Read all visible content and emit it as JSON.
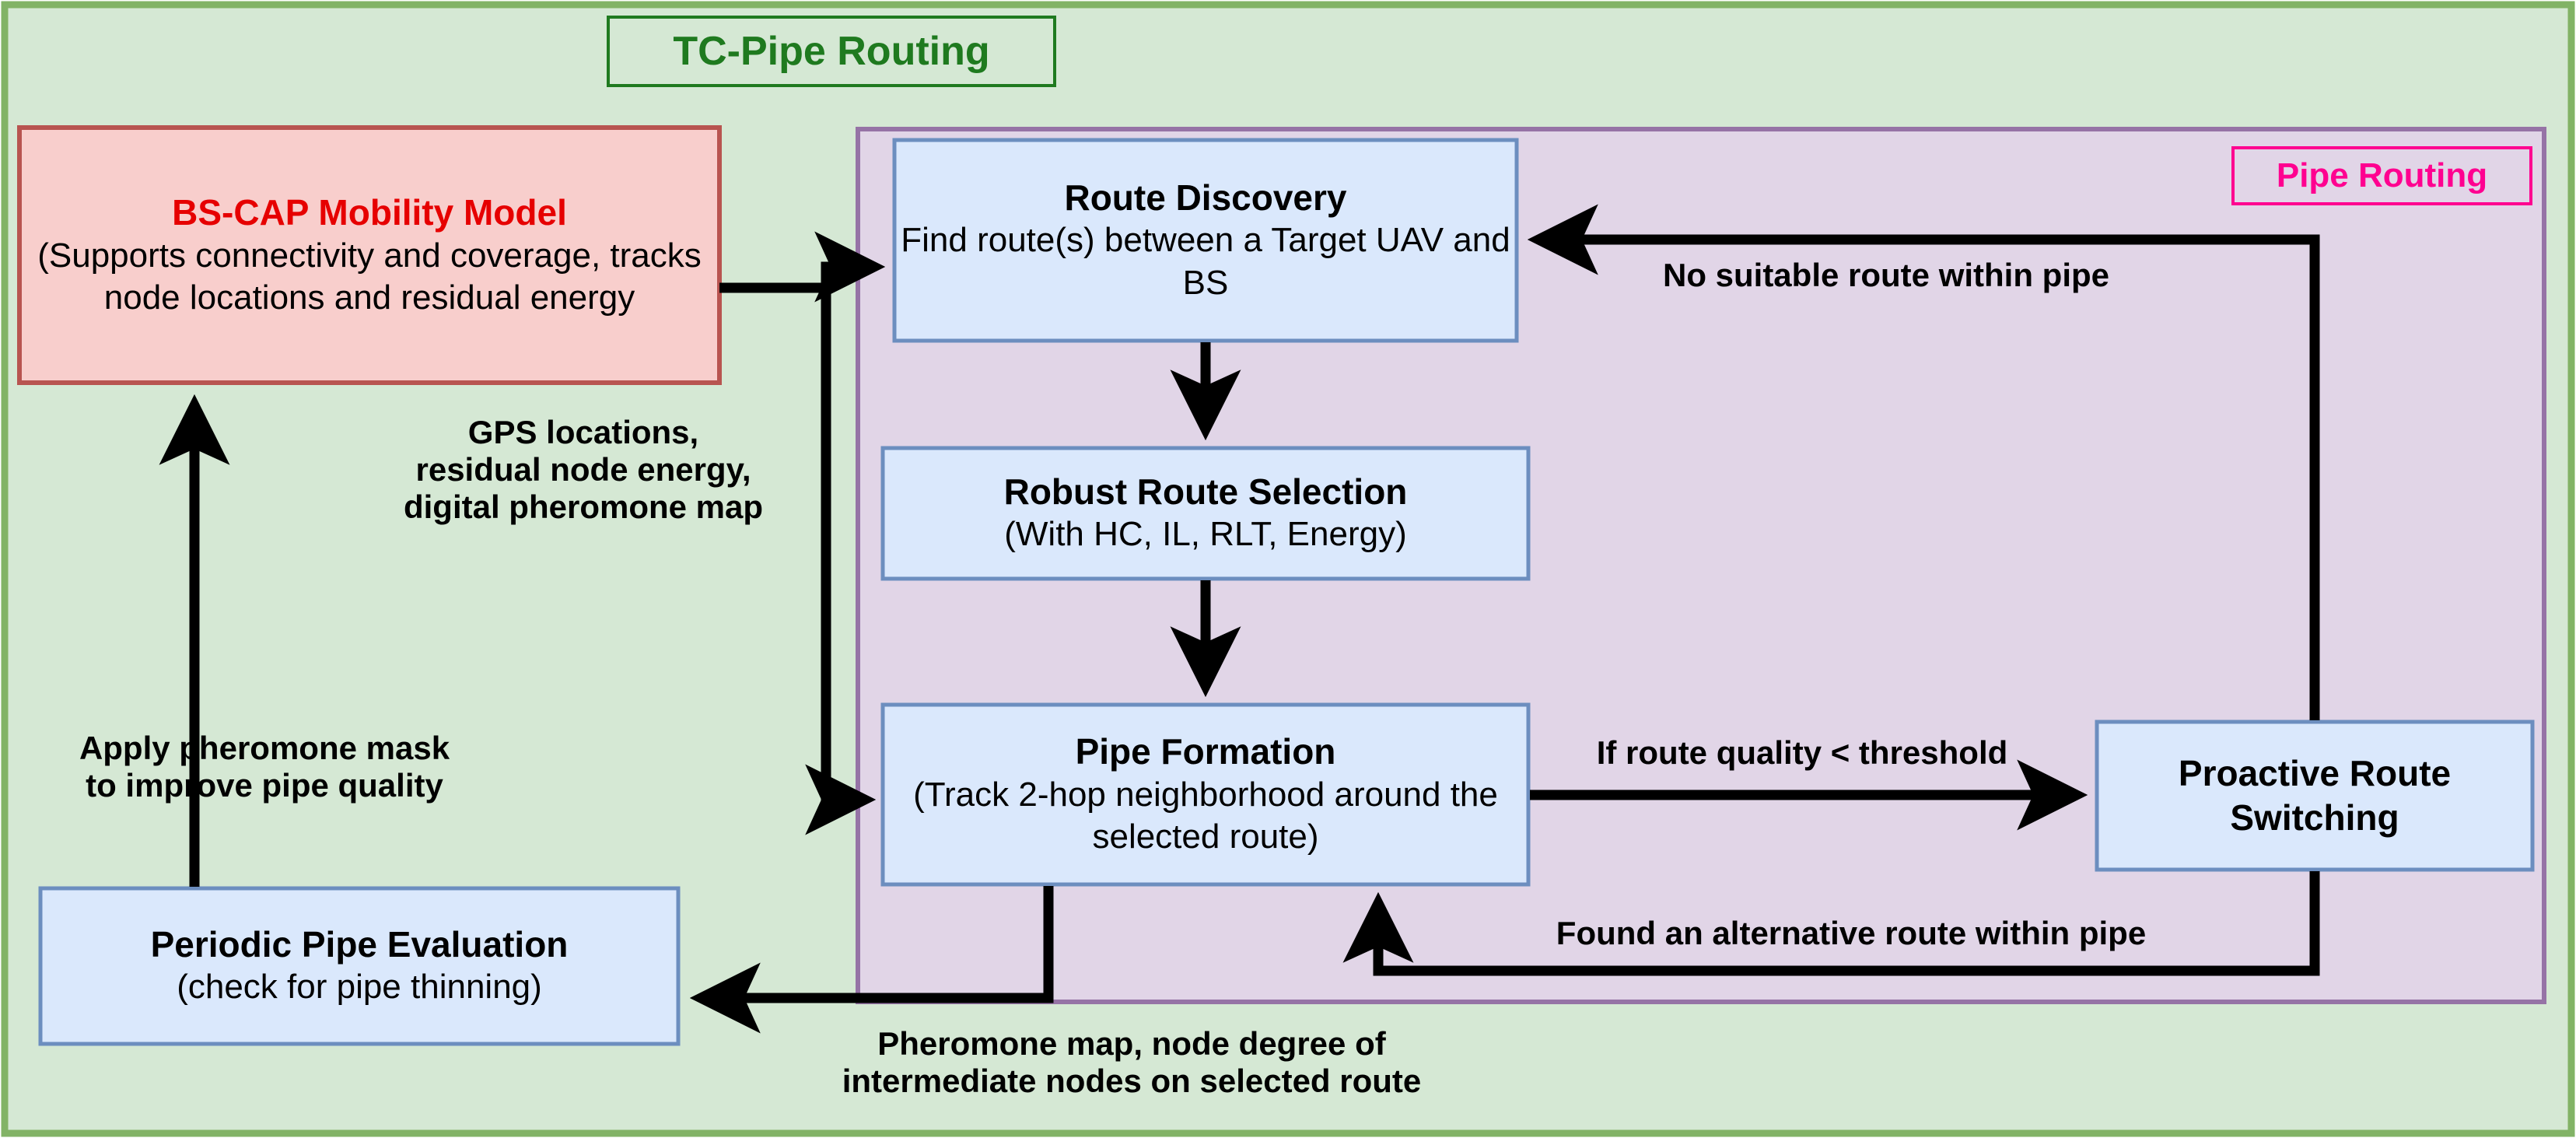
{
  "diagram": {
    "outer_container": {
      "label": "TC-Pipe Routing",
      "fill": "#d5e8d4",
      "stroke": "#82b366",
      "label_color": "#1f7a1f"
    },
    "inner_container": {
      "label": "Pipe Routing",
      "fill": "#e1d5e7",
      "stroke": "#9673a6",
      "label_color": "#ff0090"
    },
    "nodes": [
      {
        "id": "bs-cap-mobility-model",
        "title": "BS-CAP Mobility Model",
        "subtitle": "(Supports connectivity and coverage, tracks node locations and residual energy",
        "title_color": "#e60000",
        "fill": "#f8cecc",
        "stroke": "#b85450"
      },
      {
        "id": "route-discovery",
        "title": "Route Discovery",
        "subtitle": "Find route(s) between a Target UAV and BS",
        "title_color": "#000000",
        "fill": "#dae8fc",
        "stroke": "#6c8ebf"
      },
      {
        "id": "robust-route-selection",
        "title": "Robust Route Selection",
        "subtitle": "(With HC, IL, RLT, Energy)",
        "title_color": "#000000",
        "fill": "#dae8fc",
        "stroke": "#6c8ebf"
      },
      {
        "id": "pipe-formation",
        "title": "Pipe Formation",
        "subtitle": "(Track 2-hop neighborhood around the selected route)",
        "title_color": "#000000",
        "fill": "#dae8fc",
        "stroke": "#6c8ebf"
      },
      {
        "id": "proactive-route-switching",
        "title": "Proactive Route Switching",
        "subtitle": "",
        "title_color": "#000000",
        "fill": "#dae8fc",
        "stroke": "#6c8ebf"
      },
      {
        "id": "periodic-pipe-evaluation",
        "title": "Periodic Pipe Evaluation",
        "subtitle": "(check for pipe thinning)",
        "title_color": "#000000",
        "fill": "#dae8fc",
        "stroke": "#6c8ebf"
      }
    ],
    "edge_labels": {
      "gps_feed": "GPS locations,\nresidual node energy,\ndigital pheromone map",
      "pheromone_mask": "Apply pheromone mask\nto improve pipe quality",
      "no_suitable_route": "No suitable route within pipe",
      "route_quality_threshold": "If route quality < threshold",
      "found_alternative_route": "Found an alternative route within pipe",
      "pheromone_map_feedback": "Pheromone map, node degree of\nintermediate nodes on selected route"
    }
  }
}
